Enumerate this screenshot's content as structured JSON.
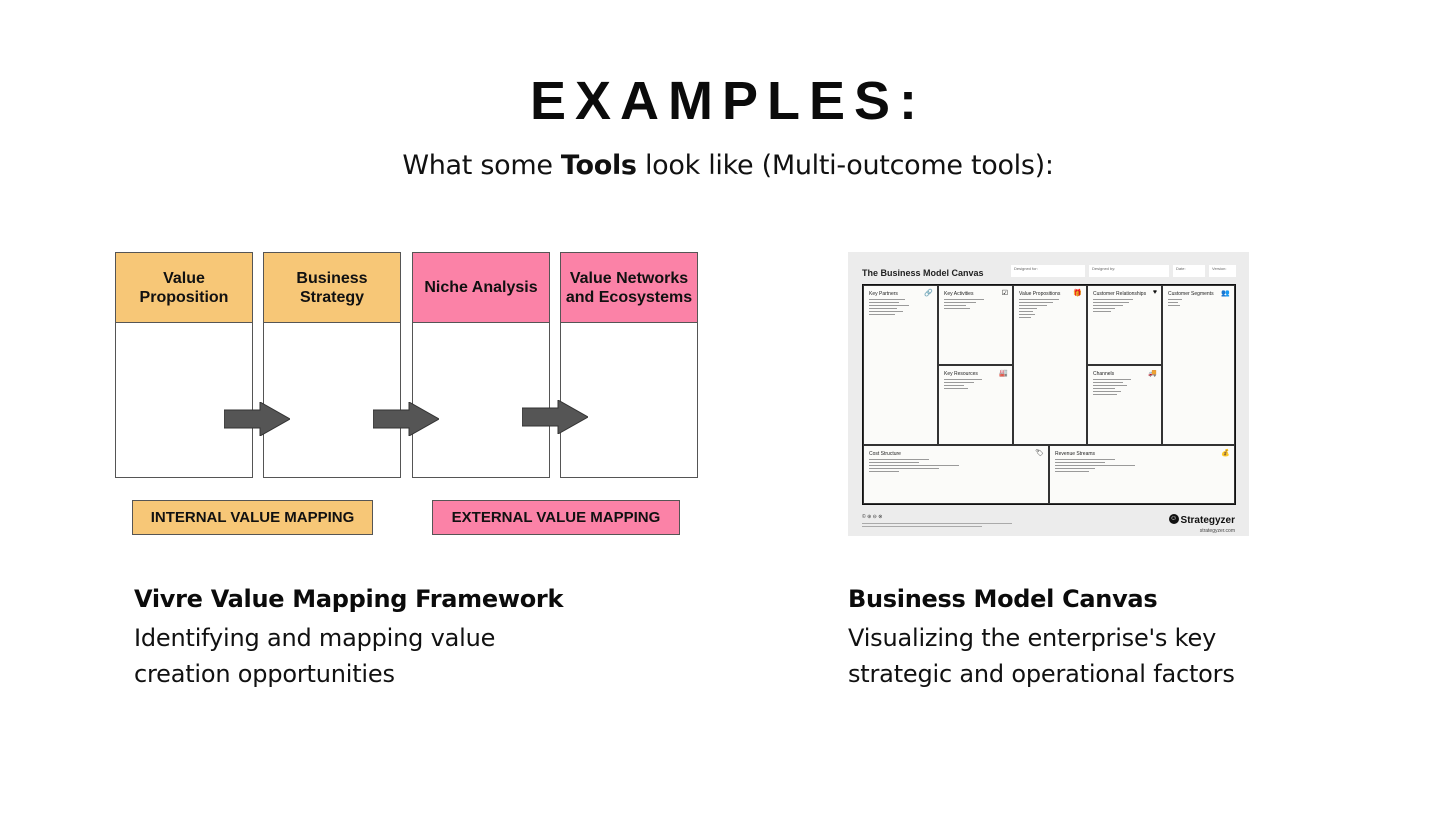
{
  "header": {
    "title": "EXAMPLES:",
    "subtitle_pre": "What some ",
    "subtitle_bold": "Tools",
    "subtitle_post": " look like (Multi-outcome tools):"
  },
  "vivre": {
    "columns": [
      {
        "label": "Value Proposition",
        "color": "#f7c777"
      },
      {
        "label": "Business Strategy",
        "color": "#f7c777"
      },
      {
        "label": "Niche Analysis",
        "color": "#fb82a7"
      },
      {
        "label": "Value Networks and Ecosystems",
        "color": "#fb82a7"
      }
    ],
    "tags": {
      "internal": "INTERNAL VALUE MAPPING",
      "external": "EXTERNAL VALUE MAPPING"
    },
    "caption_title": "Vivre Value Mapping Framework",
    "caption_desc_1": "Identifying and mapping value",
    "caption_desc_2": "creation opportunities"
  },
  "bmc": {
    "title": "The Business Model Canvas",
    "fields": [
      "Designed for:",
      "Designed by:",
      "Date:",
      "Version:"
    ],
    "cells": {
      "key_partners": "Key Partners",
      "key_activities": "Key Activities",
      "key_resources": "Key Resources",
      "value_propositions": "Value Propositions",
      "customer_relationships": "Customer Relationships",
      "channels": "Channels",
      "customer_segments": "Customer Segments",
      "cost_structure": "Cost Structure",
      "revenue_streams": "Revenue Streams"
    },
    "brand": "Strategyzer",
    "brand_url": "strategyzer.com",
    "caption_title": "Business Model Canvas",
    "caption_desc_1": "Visualizing the enterprise's key",
    "caption_desc_2": "strategic and operational factors"
  },
  "colors": {
    "orange": "#f7c777",
    "pink": "#fb82a7",
    "arrow": "#555555"
  }
}
